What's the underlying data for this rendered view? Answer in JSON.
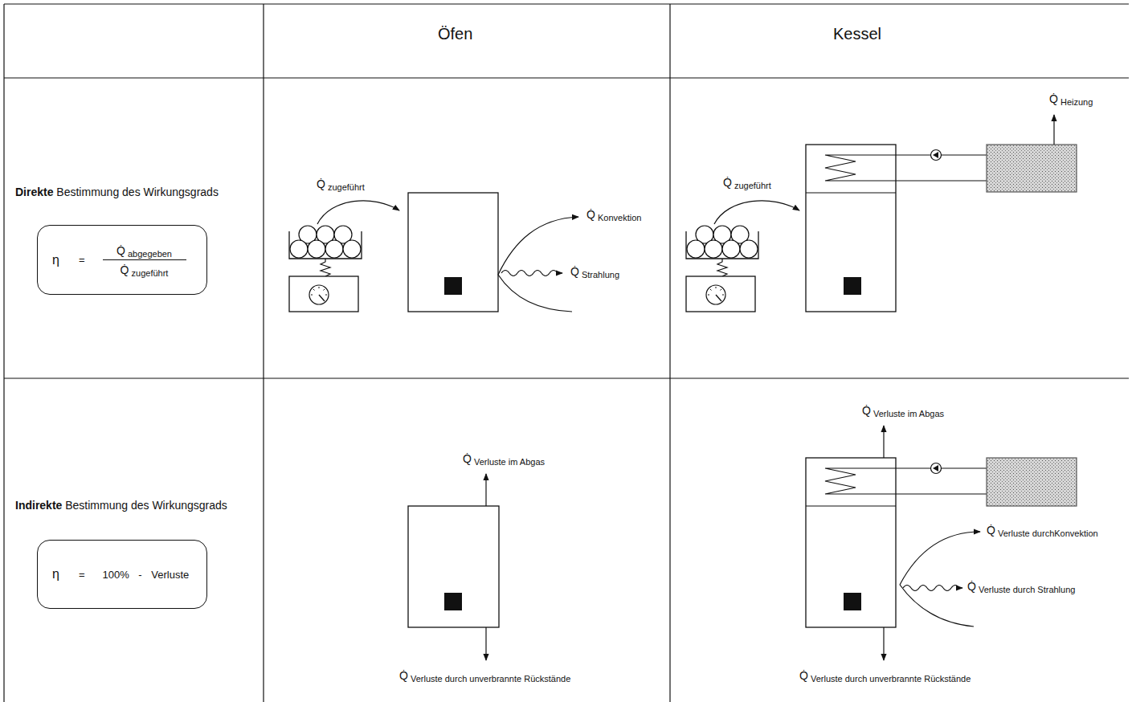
{
  "diagram": {
    "nodes": [
      {
        "text": [
          "η",
          "=",
          "Q̇ abgegeben",
          "Q̇ zugeführt"
        ]
      },
      {
        "text": [
          "η",
          "=",
          "100% - Verluste"
        ]
      }
    ],
    "labels": [
      "Öfen",
      "Kessel",
      "Direkte Bestimmung des Wirkungsgrads",
      "Indirekte Bestimmung des Wirkungsgrads",
      "Q̇ zugeführt",
      "Q̇ Konvektion",
      "Q̇ Strahlung",
      "Q̇ zugeführt",
      "Q̇ Heizung",
      "Q̇ Verluste im Abgas",
      "Q̇ Verluste durch unverbrannte Rückstände",
      "Q̇ Verluste im Abgas",
      "Q̇ Verluste durchKonvektion",
      "Q̇ Verluste durch Strahlung",
      "Q̇ Verluste durch unverbrannte Rückstände"
    ]
  }
}
